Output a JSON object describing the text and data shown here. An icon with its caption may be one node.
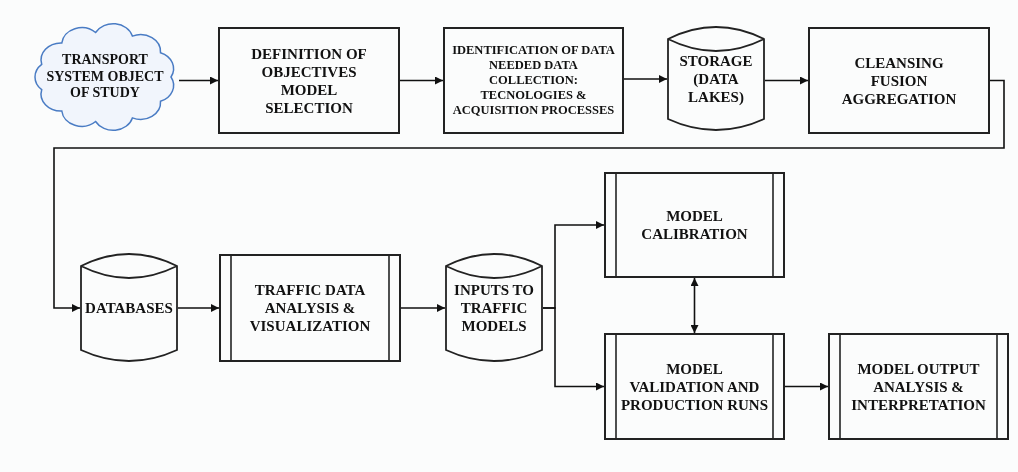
{
  "diagram": {
    "nodes": [
      {
        "text": [
          "TRANSPORT SYSTEM OBJECT OF STUDY"
        ]
      },
      {
        "text": [
          "DEFINITION OF OBJECTIVES MODEL SELECTION"
        ]
      },
      {
        "text": [
          "IDENTIFICATION OF DATA NEEDED DATA COLLECTION: TECNOLOGIES & ACQUISITION PROCESSES"
        ]
      },
      {
        "text": [
          "STORAGE (DATA LAKES)"
        ]
      },
      {
        "text": [
          "CLEANSING FUSION AGGREGATION"
        ]
      },
      {
        "text": [
          "DATABASES"
        ]
      },
      {
        "text": [
          "TRAFFIC DATA ANALYSIS & VISUALIZATION"
        ]
      },
      {
        "text": [
          "INPUTS TO TRAFFIC MODELS"
        ]
      },
      {
        "text": [
          "MODEL CALIBRATION"
        ]
      },
      {
        "text": [
          "MODEL VALIDATION AND PRODUCTION RUNS"
        ]
      },
      {
        "text": [
          "MODEL OUTPUT ANALYSIS & INTERPRETATION"
        ]
      }
    ],
    "edges": [
      {
        "from": 0,
        "to": 1,
        "arrow": "to"
      },
      {
        "from": 1,
        "to": 2,
        "arrow": "to"
      },
      {
        "from": 2,
        "to": 3,
        "arrow": "to"
      },
      {
        "from": 3,
        "to": 4,
        "arrow": "to"
      },
      {
        "from": 4,
        "to": 5,
        "arrow": "to"
      },
      {
        "from": 5,
        "to": 6,
        "arrow": "to"
      },
      {
        "from": 6,
        "to": 7,
        "arrow": "to"
      },
      {
        "from": 7,
        "to": 8,
        "arrow": "to"
      },
      {
        "from": 7,
        "to": 9,
        "arrow": "to"
      },
      {
        "from": 8,
        "to": 9,
        "arrow": "both"
      },
      {
        "from": 9,
        "to": 10,
        "arrow": "to"
      }
    ]
  }
}
